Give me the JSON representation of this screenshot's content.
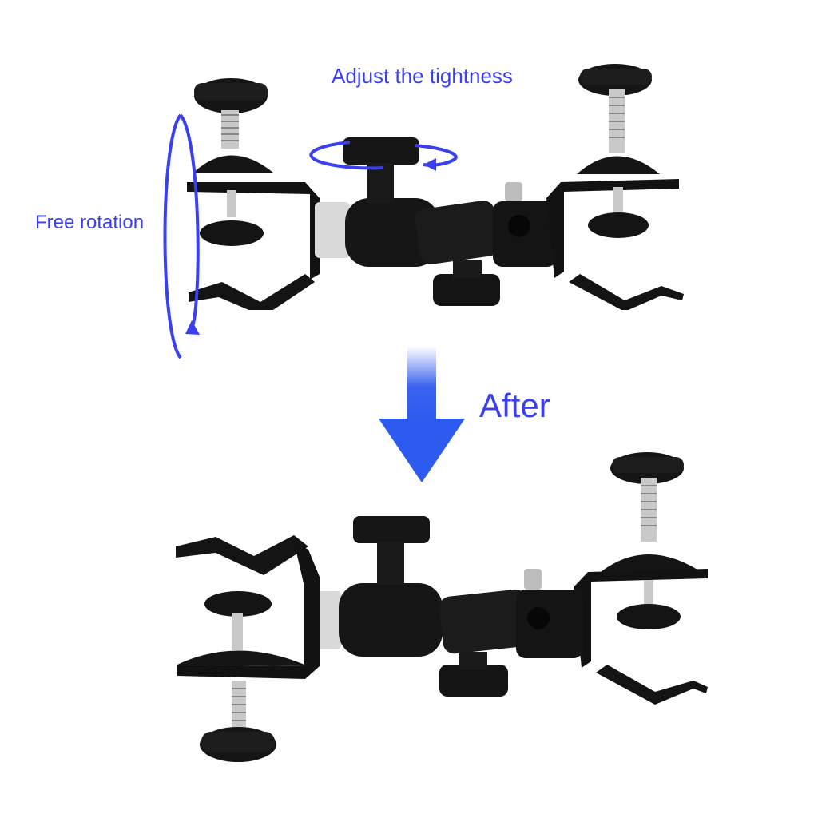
{
  "labels": {
    "tightness": "Adjust the tightness",
    "rotation": "Free rotation",
    "after": "After"
  },
  "icons": {
    "rotation_arrow": "vertical-rotation-arrow-icon",
    "tightness_arrow": "horizontal-rotation-arrow-icon",
    "down_arrow": "down-arrow-icon"
  },
  "colors": {
    "accent": "#3a3ff0",
    "clamp_body": "#111111",
    "screw": "#c8c8c8",
    "silver_ring": "#d9d9d9"
  }
}
